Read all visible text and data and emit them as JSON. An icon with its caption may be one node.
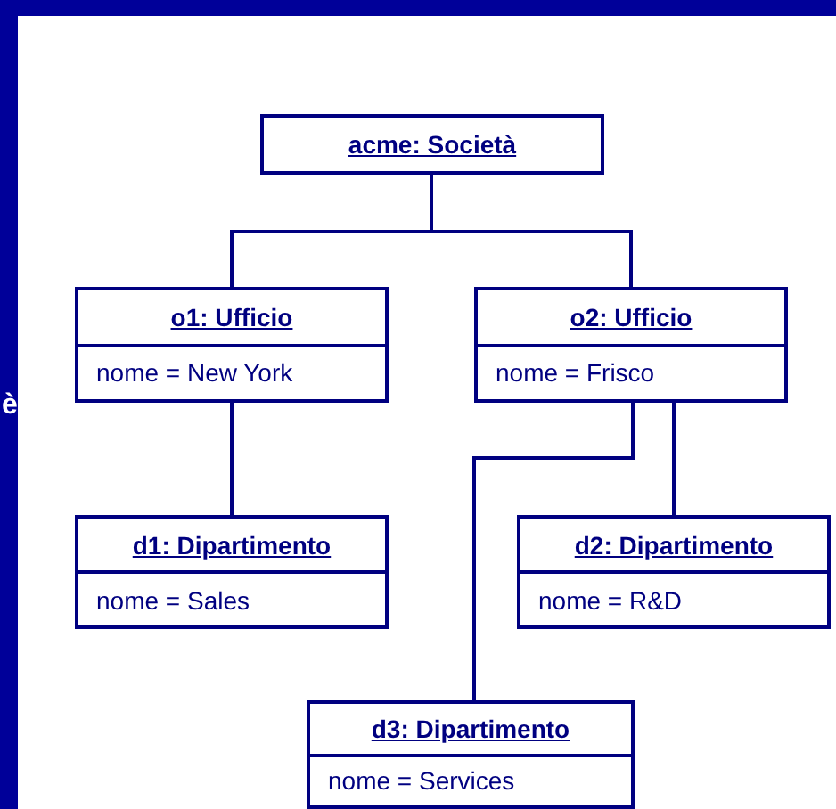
{
  "diagram": {
    "nodes": [
      {
        "text": [
          "acme: Società"
        ]
      },
      {
        "text": [
          "o1: Ufficio",
          "nome = New York"
        ]
      },
      {
        "text": [
          "o2: Ufficio",
          "nome = Frisco"
        ]
      },
      {
        "text": [
          "d1: Dipartimento",
          "nome = Sales"
        ]
      },
      {
        "text": [
          "d2: Dipartimento",
          "nome = R&D"
        ]
      },
      {
        "text": [
          "d3: Dipartimento",
          "nome = Services"
        ]
      }
    ],
    "edges": [
      {
        "from": 0,
        "to": 1,
        "arrow": "none"
      },
      {
        "from": 0,
        "to": 2,
        "arrow": "none"
      },
      {
        "from": 1,
        "to": 3,
        "arrow": "none"
      },
      {
        "from": 2,
        "to": 4,
        "arrow": "none"
      },
      {
        "from": 2,
        "to": 5,
        "arrow": "none"
      }
    ],
    "labels": [
      "è"
    ]
  }
}
